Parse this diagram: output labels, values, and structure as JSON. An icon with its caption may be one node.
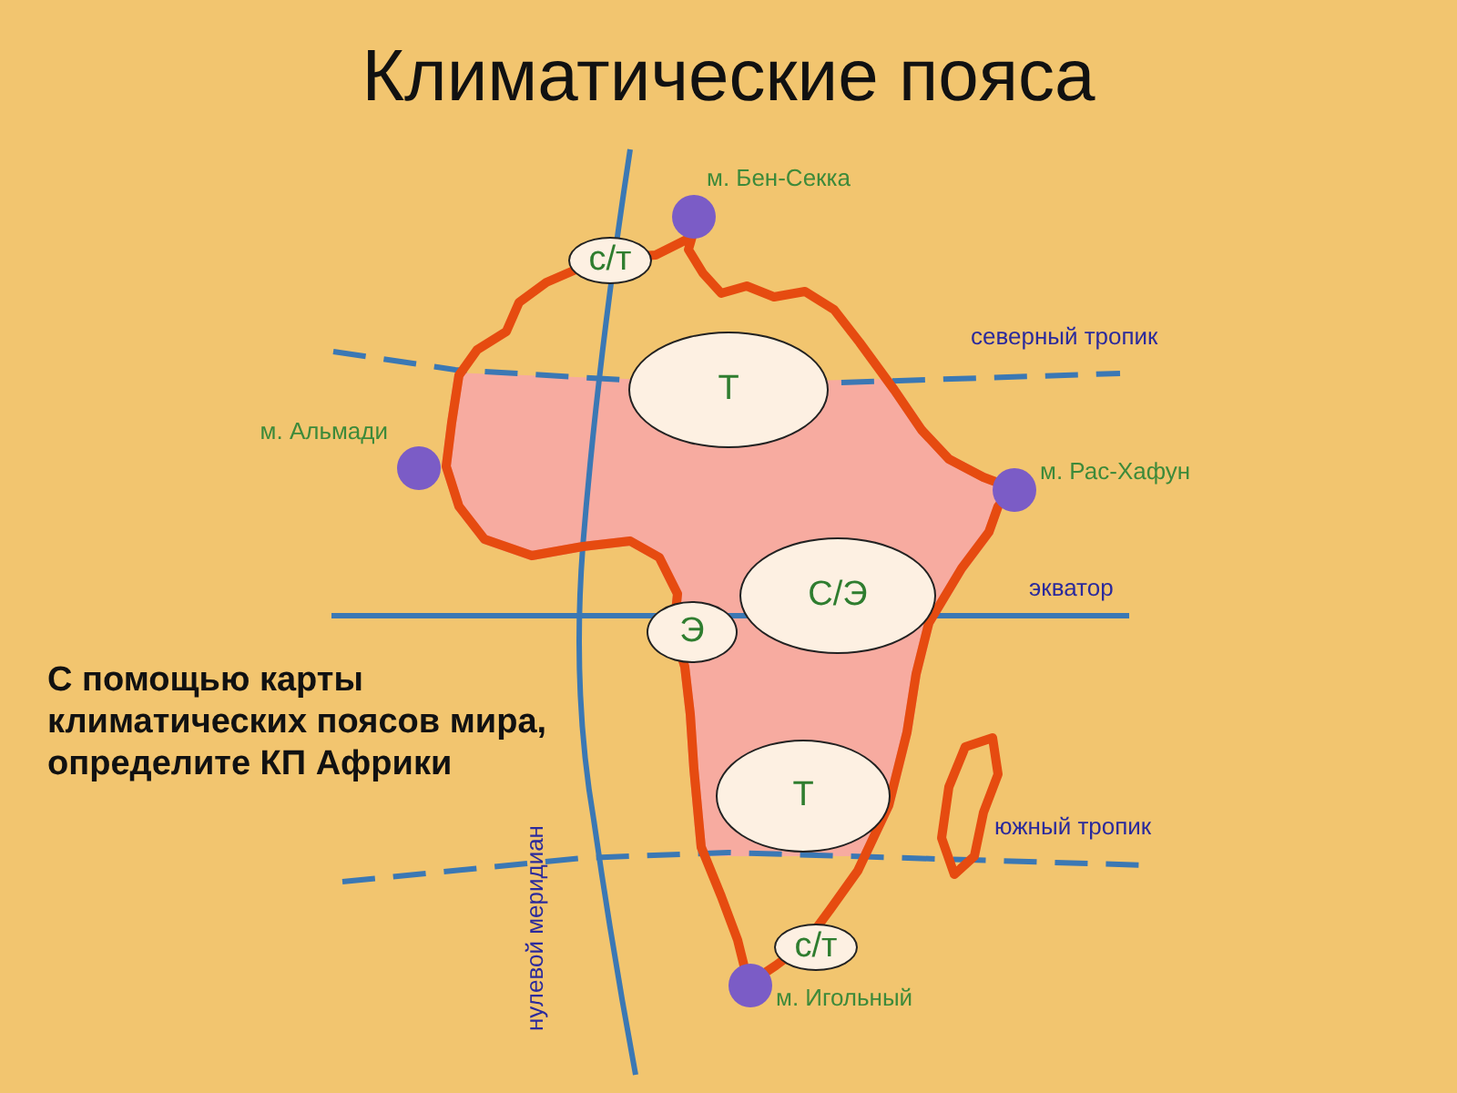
{
  "diagram": {
    "title": "Климатические пояса",
    "nodes": [
      {
        "text": [],
        "shape": "circle",
        "beside": [
          "м. Бен-Секка"
        ]
      },
      {
        "text": [
          "с/т"
        ]
      },
      {
        "text": [
          "Т"
        ]
      },
      {
        "text": [],
        "shape": "circle",
        "beside": [
          "м. Альмади"
        ]
      },
      {
        "text": [],
        "shape": "circle",
        "beside": [
          "м. Рас-Хафун"
        ]
      },
      {
        "text": [
          "С/Э"
        ]
      },
      {
        "text": [
          "Э"
        ]
      },
      {
        "text": [
          "Т"
        ]
      },
      {
        "text": [
          "с/т"
        ]
      },
      {
        "text": [],
        "shape": "circle",
        "beside": [
          "м. Игольный"
        ]
      }
    ],
    "edges": [],
    "labels": [
      "северный тропик",
      "экватор",
      "С помощью карты климатических поясов мира, определите КП Африки",
      "южный тропик",
      "нулевой меридиан"
    ]
  }
}
